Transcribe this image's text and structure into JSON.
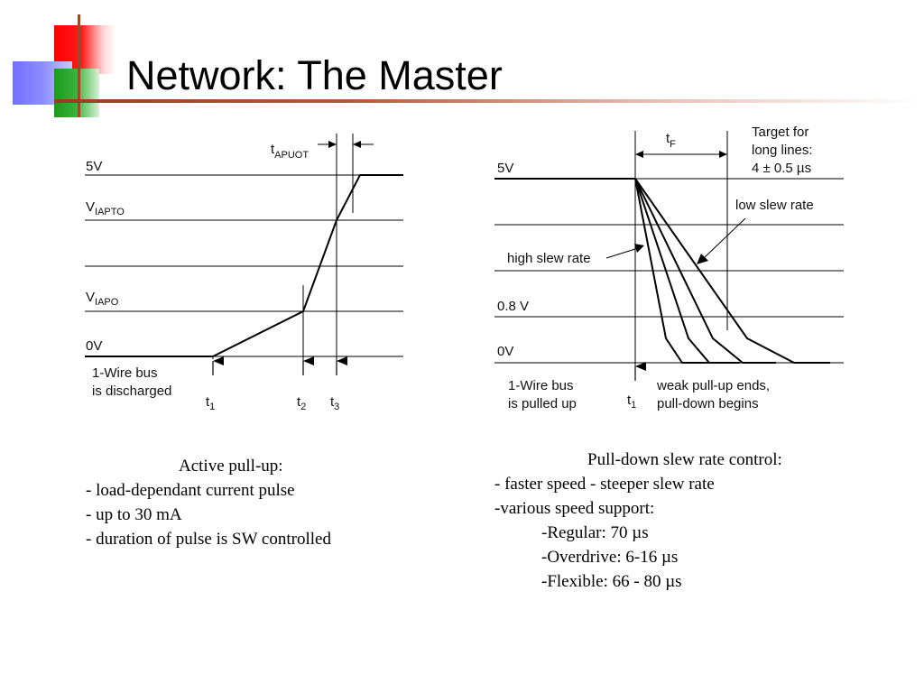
{
  "slide": {
    "title": "Network: The Master",
    "colors": {
      "red": "#ff0000",
      "blue": "#7b7bff",
      "green": "#1e9a1e",
      "rule": "#9a3b24"
    }
  },
  "left_diagram": {
    "levels": {
      "v5": "5V",
      "viapto": "V",
      "viapto_sub": "IAPTO",
      "spacer": "",
      "viapo": "V",
      "viapo_sub": "IAPO",
      "v0": "0V"
    },
    "timing": {
      "t": "t",
      "t_sub": "APUOT"
    },
    "note_line1": "1-Wire bus",
    "note_line2": "is discharged",
    "markers": [
      {
        "t": "t",
        "sub": "1"
      },
      {
        "t": "t",
        "sub": "2"
      },
      {
        "t": "t",
        "sub": "3"
      }
    ]
  },
  "right_diagram": {
    "levels": {
      "v5": "5V",
      "v08": "0.8 V",
      "v0": "0V"
    },
    "timing": {
      "t": "t",
      "t_sub": "F"
    },
    "target_line1": "Target for",
    "target_line2": "long lines:",
    "target_line3": "4 ± 0.5 µs",
    "low_slew": "low slew rate",
    "high_slew": "high slew rate",
    "note_line1": "1-Wire bus",
    "note_line2": "is pulled up",
    "marker": {
      "t": "t",
      "sub": "1"
    },
    "end_line1": "weak pull-up ends,",
    "end_line2": "pull-down begins"
  },
  "captions": {
    "left": {
      "heading": "Active pull-up:",
      "items": [
        "- load-dependant current pulse",
        "- up to 30 mA",
        "- duration of pulse is SW controlled"
      ]
    },
    "right": {
      "heading": "Pull-down slew rate control:",
      "items": [
        "- faster speed - steeper slew rate",
        "-various speed support:"
      ],
      "sub_items": [
        "-Regular: 70 µs",
        "-Overdrive: 6-16 µs",
        "-Flexible: 66 - 80 µs"
      ]
    }
  }
}
